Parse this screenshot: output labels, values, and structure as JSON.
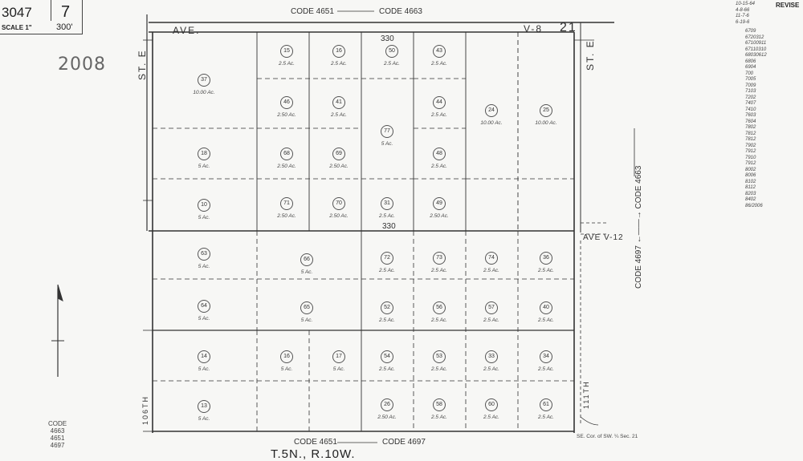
{
  "header": {
    "book_number": "3047",
    "page_number": "7",
    "scale_label": "SCALE 1\"",
    "scale_value": "300'",
    "year": "2008"
  },
  "codes": {
    "top": "CODE 4651",
    "top_right": "CODE 4663",
    "bottom_left": "CODE 4651",
    "bottom_right": "CODE 4697",
    "right_vertical": "CODE 4697 ←——→ CODE 4663",
    "bottom_left_stack": [
      "CODE",
      "4663",
      "4651",
      "4697"
    ]
  },
  "streets": {
    "top_ave": "AVE.",
    "top_right": "V-8",
    "left_street": "ST. E",
    "right_street": "ST. E",
    "ave_v12": "AVE V-12",
    "street_106": "106TH",
    "street_111": "111TH",
    "dim_330_top": "330",
    "dim_330_mid": "330",
    "section_number": "21"
  },
  "footer": {
    "township": "T.5N., R.10W.",
    "se_corner_note": "SE. Cor. of SW. ¼ Sec. 21"
  },
  "lots": [
    {
      "num": "37",
      "acre": "10.00 Ac."
    },
    {
      "num": "15",
      "acre": "2.5 Ac."
    },
    {
      "num": "16",
      "acre": "2.5 Ac."
    },
    {
      "num": "50",
      "acre": "2.5 Ac."
    },
    {
      "num": "43",
      "acre": "2.5 Ac."
    },
    {
      "num": "46",
      "acre": "2.50 Ac."
    },
    {
      "num": "41",
      "acre": "2.5 Ac."
    },
    {
      "num": "44",
      "acre": "2.5 Ac."
    },
    {
      "num": "24",
      "acre": "10.00 Ac."
    },
    {
      "num": "25",
      "acre": "10.00 Ac."
    },
    {
      "num": "77",
      "acre": "5 Ac."
    },
    {
      "num": "18",
      "acre": "5 Ac."
    },
    {
      "num": "68",
      "acre": "2.50 Ac."
    },
    {
      "num": "69",
      "acre": "2.50 Ac."
    },
    {
      "num": "48",
      "acre": "2.5 Ac."
    },
    {
      "num": "10",
      "acre": "5 Ac."
    },
    {
      "num": "71",
      "acre": "2.50 Ac."
    },
    {
      "num": "70",
      "acre": "2.50 Ac."
    },
    {
      "num": "31",
      "acre": "2.5 Ac."
    },
    {
      "num": "49",
      "acre": "2.50 Ac."
    },
    {
      "num": "63",
      "acre": "5 Ac."
    },
    {
      "num": "66",
      "acre": "5 Ac."
    },
    {
      "num": "72",
      "acre": "2.5 Ac."
    },
    {
      "num": "73",
      "acre": "2.5 Ac."
    },
    {
      "num": "74",
      "acre": "2.5 Ac."
    },
    {
      "num": "36",
      "acre": "2.5 Ac."
    },
    {
      "num": "64",
      "acre": "5 Ac."
    },
    {
      "num": "65",
      "acre": "5 Ac."
    },
    {
      "num": "52",
      "acre": "2.5 Ac."
    },
    {
      "num": "56",
      "acre": "2.5 Ac."
    },
    {
      "num": "57",
      "acre": "2.5 Ac."
    },
    {
      "num": "40",
      "acre": "2.5 Ac."
    },
    {
      "num": "14",
      "acre": "5 Ac."
    },
    {
      "num": "16",
      "acre": "5 Ac."
    },
    {
      "num": "17",
      "acre": "5 Ac."
    },
    {
      "num": "54",
      "acre": "2.5 Ac."
    },
    {
      "num": "53",
      "acre": "2.5 Ac."
    },
    {
      "num": "33",
      "acre": "2.5 Ac."
    },
    {
      "num": "34",
      "acre": "2.5 Ac."
    },
    {
      "num": "13",
      "acre": "5 Ac."
    },
    {
      "num": "26",
      "acre": "2.50 Ac."
    },
    {
      "num": "58",
      "acre": "2.5 Ac."
    },
    {
      "num": "60",
      "acre": "2.5 Ac."
    },
    {
      "num": "61",
      "acre": "2.5 Ac."
    }
  ],
  "revisions": {
    "title": "REVISE",
    "dates": [
      "10-15-64",
      "4-8-66",
      "11-7-6",
      "6-19-6"
    ],
    "entries": [
      "6709",
      "6720312",
      "67100911",
      "67110310",
      "68030612",
      "6806",
      "6904",
      "700",
      "7005",
      "7009",
      "7103",
      "7202",
      "7407",
      "7410",
      "7603",
      "7604",
      "7802",
      "7812",
      "7812",
      "7902",
      "7912",
      "7910",
      "7912",
      "8002",
      "8006",
      "8102",
      "8112",
      "8203",
      "8402",
      "86/2006"
    ]
  }
}
